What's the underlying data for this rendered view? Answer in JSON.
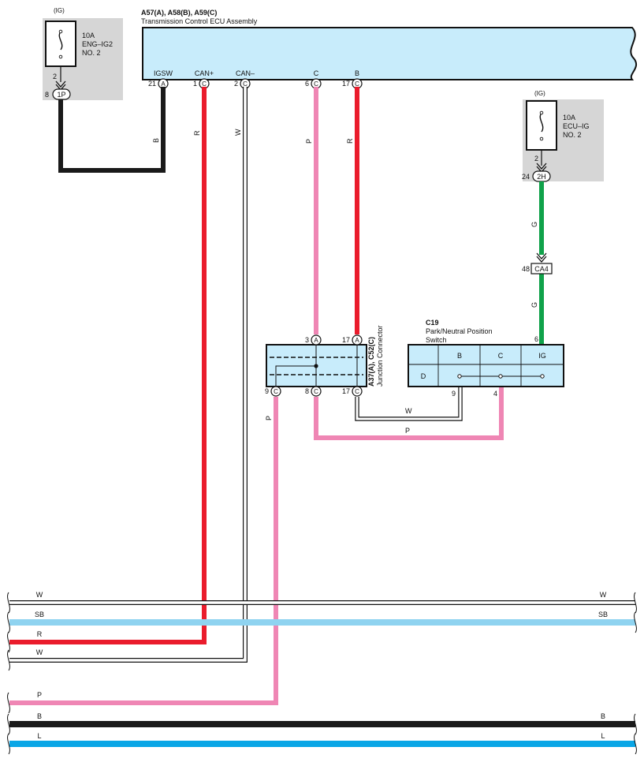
{
  "colors": {
    "black": "#1a1a1a",
    "red": "#ea1c2c",
    "pink": "#ef86b4",
    "green": "#10a24a",
    "sky": "#8fd3f0",
    "blue": "#0aa6e6",
    "white_wire": "#ffffff",
    "ecu_fill": "#c8ecfb",
    "fuse_bg": "#d6d6d6"
  },
  "fuse1": {
    "ig": "(IG)",
    "rating": "10A",
    "name1": "ENG–IG2",
    "name2": "NO. 2",
    "pin": "2",
    "conn_pin": "8",
    "conn": "1P"
  },
  "fuse2": {
    "ig": "(IG)",
    "rating": "10A",
    "name1": "ECU–IG",
    "name2": "NO. 2",
    "pin": "2",
    "conn_pin": "24",
    "conn": "2H"
  },
  "ecu": {
    "code": "A57(A), A58(B), A59(C)",
    "name": "Transmission Control ECU Assembly",
    "pins": [
      {
        "term": "IGSW",
        "num": "21",
        "conn": "A"
      },
      {
        "term": "CAN+",
        "num": "1",
        "conn": "C"
      },
      {
        "term": "CAN–",
        "num": "2",
        "conn": "C"
      },
      {
        "term": "C",
        "num": "6",
        "conn": "C"
      },
      {
        "term": "B",
        "num": "17",
        "conn": "C"
      }
    ]
  },
  "wire_labels": {
    "igsw": "B",
    "canp": "R",
    "canm": "W",
    "c_wire": "P",
    "b_wire": "R",
    "g_upper": "G",
    "g_lower": "G",
    "jc_p": "P",
    "jc_w": "W",
    "jc_p2": "P"
  },
  "ca4": {
    "pin": "48",
    "name": "CA4"
  },
  "jc": {
    "code": "A37(A), C52(C)",
    "name": "Junction Connector",
    "top_pins": [
      {
        "num": "3",
        "conn": "A"
      },
      {
        "num": "17",
        "conn": "A"
      }
    ],
    "bottom_pins": [
      {
        "num": "9",
        "conn": "C"
      },
      {
        "num": "8",
        "conn": "C"
      },
      {
        "num": "17",
        "conn": "C"
      }
    ]
  },
  "switch": {
    "code": "C19",
    "name1": "Park/Neutral Position",
    "name2": "Switch",
    "pin_top": "6",
    "headers": [
      "B",
      "C",
      "IG"
    ],
    "row": "D",
    "pin_w": "9",
    "pin_p": "4"
  },
  "bus_lines": [
    {
      "left": "W",
      "right": "W"
    },
    {
      "left": "SB",
      "right": "SB"
    },
    {
      "left": "R",
      "right": ""
    },
    {
      "left": "W",
      "right": ""
    },
    {
      "left": "P",
      "right": ""
    },
    {
      "left": "B",
      "right": "B"
    },
    {
      "left": "L",
      "right": "L"
    }
  ]
}
